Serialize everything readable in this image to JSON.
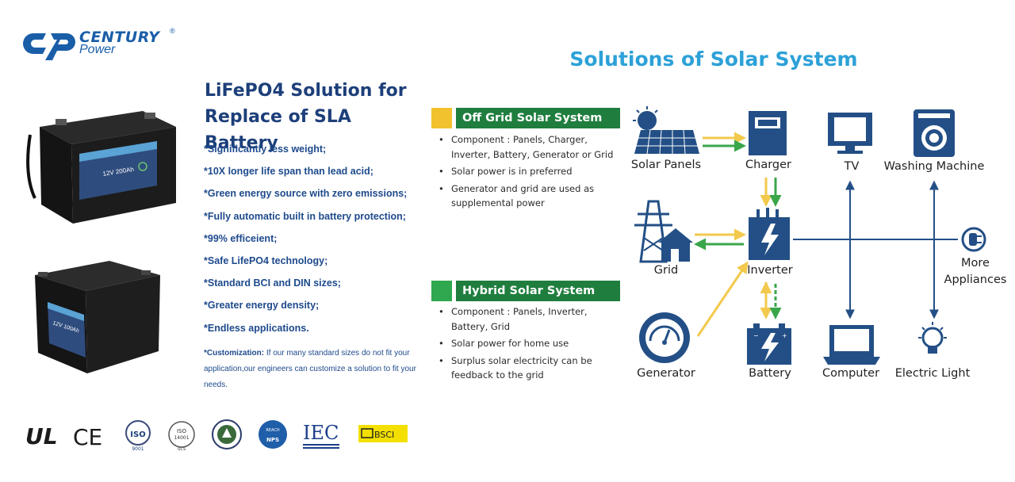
{
  "brand": {
    "name": "CENTURY",
    "sub": "Power",
    "registered": "®"
  },
  "headline": {
    "line1": "LiFePO4 Solution for",
    "line2": "Replace of SLA Battery"
  },
  "features": [
    "*Significantly less weight;",
    "*10X longer life span than lead acid;",
    "*Green energy source with zero emissions;",
    "*Fully automatic built in battery protection;",
    "*99% efficeient;",
    "*Safe LifePO4 technology;",
    "*Standard BCI and DIN sizes;",
    "*Greater energy density;",
    "*Endless applications."
  ],
  "customization": {
    "label": "*Customization:",
    "text": " If our many standard sizes do not fit your application,our engineers can customize a solution to fit your needs."
  },
  "battery_labels": {
    "top": "12V 200Ah",
    "bottom": "12V 100Ah"
  },
  "certifications": {
    "ul": "UL",
    "ce": "CE",
    "iso": "ISO",
    "iso_num": "9001",
    "iso14": "ISO",
    "iso14_num": "14001",
    "iso14_sub": "UCS",
    "reach_top": "REACH",
    "reach_bottom": "NPS",
    "iec": "IEC",
    "bsci": "BSCI"
  },
  "solar": {
    "title": "Solutions of Solar System",
    "offgrid": {
      "heading": "Off Grid Solar System",
      "bullets": [
        "Component : Panels, Charger, Inverter, Battery, Generator or Grid",
        "Solar power is in preferred",
        "Generator and grid are used as supplemental power"
      ]
    },
    "hybrid": {
      "heading": "Hybrid Solar System",
      "bullets": [
        "Component : Panels, Inverter, Battery, Grid",
        "Solar power for home use",
        "Surplus solar electricity can be feedback to the grid"
      ]
    },
    "nodes": {
      "panels": "Solar Panels",
      "charger": "Charger",
      "tv": "TV",
      "washer": "Washing Machine",
      "grid": "Grid",
      "inverter": "Inverter",
      "more1": "More",
      "more2": "Appliances",
      "generator": "Generator",
      "battery": "Battery",
      "computer": "Computer",
      "light": "Electric Light"
    }
  },
  "colors": {
    "navy": "#1d3f7a",
    "brand_blue": "#1a5ea8",
    "title_blue": "#2da1d8",
    "green": "#1f7e3e",
    "yellow": "#f2c12e",
    "icon_blue": "#234f86",
    "arrow_yellow": "#f2c94c",
    "arrow_green": "#3aa64a"
  }
}
